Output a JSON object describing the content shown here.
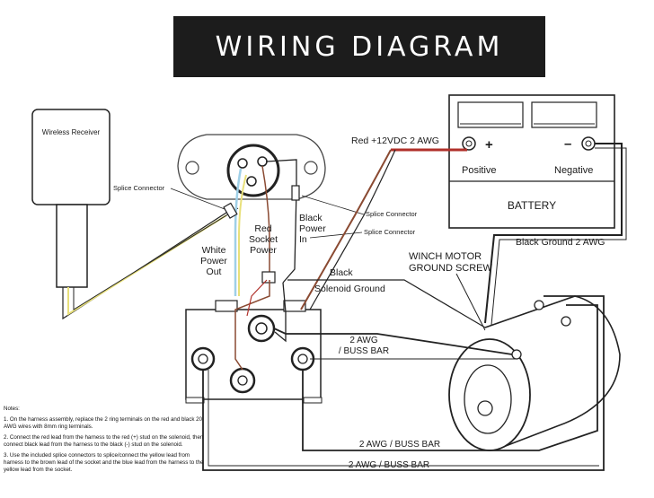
{
  "title": "WIRING DIAGRAM",
  "labels": {
    "wireless_receiver": "Wireless Receiver",
    "splice_connector_1": "Splice Connector",
    "splice_connector_2": "Splice Connector",
    "splice_connector_3": "Splice Connector",
    "black_power_in_1": "Black",
    "black_power_in_2": "Power",
    "black_power_in_3": "In",
    "red_socket_power_1": "Red",
    "red_socket_power_2": "Socket",
    "red_socket_power_3": "Power",
    "white_power_out_1": "White",
    "white_power_out_2": "Power",
    "white_power_out_3": "Out",
    "red_12vdc": "Red +12VDC 2 AWG",
    "positive_sign": "+",
    "negative_sign": "–",
    "positive": "Positive",
    "negative": "Negative",
    "battery": "BATTERY",
    "black_ground": "Black Ground 2 AWG",
    "winch_motor_1": "WINCH MOTOR",
    "winch_motor_2": "GROUND SCREW",
    "black": "Black",
    "solenoid_ground": "Solenoid Ground",
    "buss_bar_1a": "2 AWG",
    "buss_bar_1b": "/ BUSS BAR",
    "buss_bar_2": "2 AWG / BUSS BAR",
    "buss_bar_3": "2 AWG / BUSS BAR"
  },
  "notes": {
    "heading": "Notes:",
    "note_1": "1. On the harness assembly, replace the 2 ring terminals on the red and black 20 AWG wires with 8mm ring terminals.",
    "note_2": "2. Connect the red lead from the harness to the red (+) stud on the solenoid, then connect black lead from the harness to the black (-) stud on the solenoid.",
    "note_3": "3. Use the included splice connectors to splice/connect the yellow lead from harness to the brown lead of the socket and the blue lead from the harness to the yellow lead from the socket."
  },
  "colors": {
    "title_bg": "#1c1c1c",
    "red_wire": "#b0302a",
    "brown_wire": "#8a4a32",
    "yellow_wire": "#e8e07a",
    "blue_wire": "#9fd0e8"
  }
}
